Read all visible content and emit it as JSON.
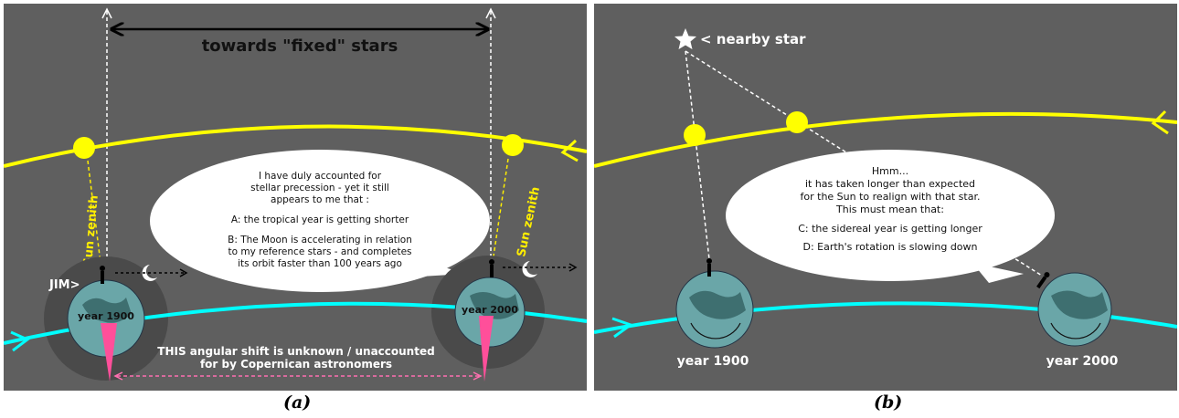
{
  "panel_a": {
    "caption": "(a)",
    "top_label": "towards \"fixed\" stars",
    "zenith_left": "Sun zenith",
    "zenith_right": "Sun zenith",
    "observer": "JIM>",
    "earth_left": "year 1900",
    "earth_right": "year 2000",
    "bubble": [
      "I have duly accounted for",
      "stellar precession - yet it still",
      "appears to me that :",
      "A: the tropical year is getting shorter",
      "B: The Moon is accelerating in relation",
      "to my reference stars - and completes",
      "its orbit faster than 100 years ago"
    ],
    "bottom_note": [
      "THIS angular shift is unknown / unaccounted",
      "for by Copernican astronomers"
    ]
  },
  "panel_b": {
    "caption": "(b)",
    "star_label": "< nearby star",
    "bubble": [
      "Hmm...",
      "it has taken longer than expected",
      "for the Sun to realign with that star.",
      "This must mean that:",
      "C: the sidereal year is getting longer",
      "D: Earth's rotation is slowing down"
    ],
    "earth_left": "year 1900",
    "earth_right": "year 2000"
  },
  "colors": {
    "background": "#5f5f5f",
    "sun_orbit": "#ffff00",
    "earth_orbit": "#00ffff",
    "earth": "#6aa6a8",
    "zenith_label": "#ffee00",
    "angle_wedge": "#ff4f9a"
  }
}
